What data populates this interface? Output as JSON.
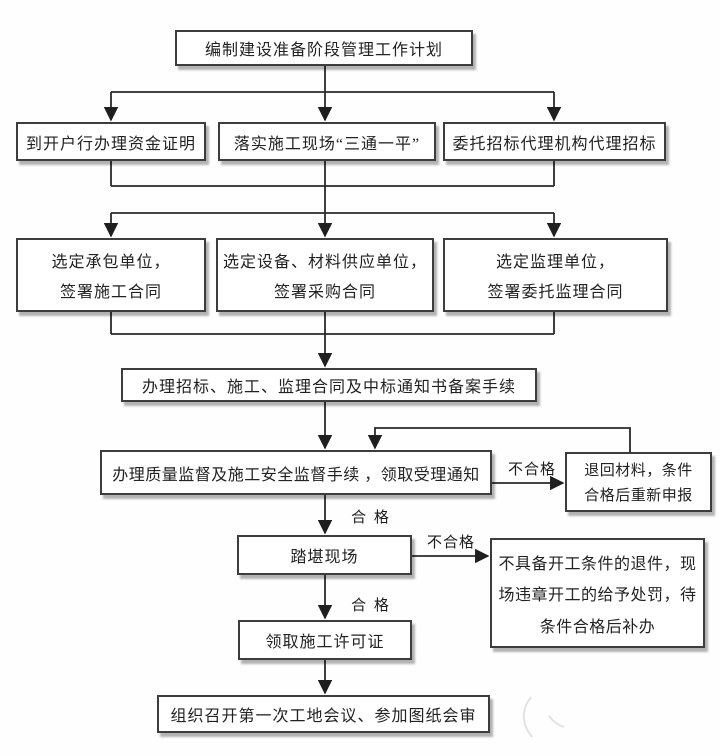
{
  "nodes": {
    "plan": {
      "label": "编制建设准备阶段管理工作计划"
    },
    "fund": {
      "label": "到开户行办理资金证明"
    },
    "site_prep": {
      "label": "落实施工现场“三通一平”"
    },
    "agency": {
      "label": "委托招标代理机构代理招标"
    },
    "contractor": {
      "line1": "选定承包单位，",
      "line2": "签署施工合同"
    },
    "supplier": {
      "line1": "选定设备、材料供应单位，",
      "line2": "签署采购合同"
    },
    "supervisor": {
      "line1": "选定监理单位，",
      "line2": "签署委托监理合同"
    },
    "filing": {
      "label": "办理招标、施工、监理合同及中标通知书备案手续"
    },
    "quality": {
      "label": "办理质量监督及施工安全监督手续 ，领取受理通知"
    },
    "return_box": {
      "line1": "退回材料，条件",
      "line2": "合格后重新申报"
    },
    "survey": {
      "label": "踏堪现场"
    },
    "reject_box": {
      "line1": "不具备开工条件的退件，现",
      "line2": "场违章开工的给予处罚，待",
      "line3": "条件合格后补办"
    },
    "permit": {
      "label": "领取施工许可证"
    },
    "meeting": {
      "label": "组织召开第一次工地会议、参加图纸会审"
    }
  },
  "labels": {
    "pass_1": "合 格",
    "pass_2": "合 格",
    "fail_1": "不合格",
    "fail_2": "不合格"
  },
  "colors": {
    "box_border": "#3d3d3d",
    "line": "#1f1f1f",
    "text": "#222222",
    "background": "#fefefe"
  }
}
